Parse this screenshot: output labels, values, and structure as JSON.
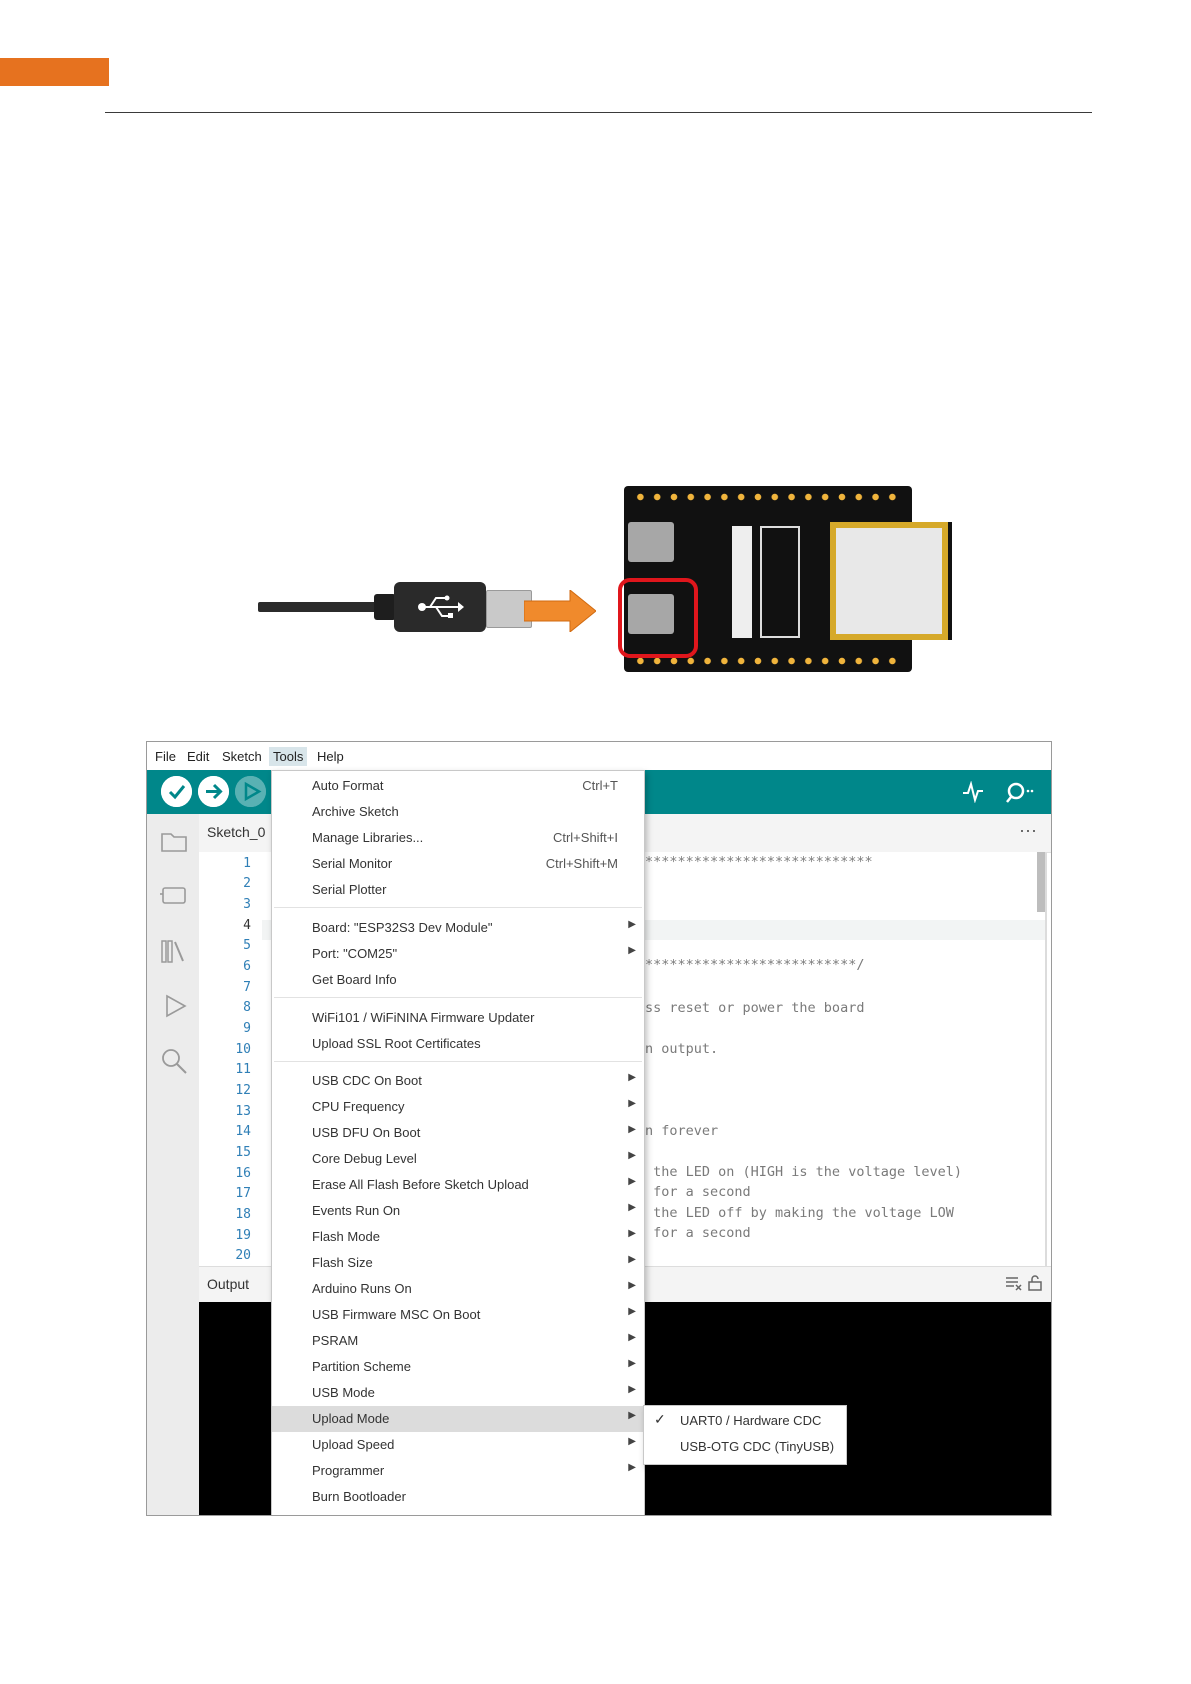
{
  "menubar": [
    "File",
    "Edit",
    "Sketch",
    "Tools",
    "Help"
  ],
  "sketch_tab": "Sketch_0",
  "output_label": "Output",
  "tab_more": "···",
  "line_numbers": [
    "1",
    "2",
    "3",
    "4",
    "5",
    "6",
    "7",
    "8",
    "9",
    "10",
    "11",
    "12",
    "13",
    "14",
    "15",
    "16",
    "17",
    "18",
    "19",
    "20"
  ],
  "code_fragments": {
    "l1": "****************************",
    "l6": "**************************/",
    "l8": "ss reset or power the board",
    "l10": "n output.",
    "l14": "n forever",
    "l16": " the LED on (HIGH is the voltage level)",
    "l17": " for a second",
    "l18": " the LED off by making the voltage LOW",
    "l19": " for a second"
  },
  "tools_menu": [
    {
      "label": "Auto Format",
      "shortcut": "Ctrl+T"
    },
    {
      "label": "Archive Sketch"
    },
    {
      "label": "Manage Libraries...",
      "shortcut": "Ctrl+Shift+I"
    },
    {
      "label": "Serial Monitor",
      "shortcut": "Ctrl+Shift+M"
    },
    {
      "label": "Serial Plotter"
    },
    {
      "label": "Board: \"ESP32S3 Dev Module\"",
      "submenu": true
    },
    {
      "label": "Port: \"COM25\"",
      "submenu": true
    },
    {
      "label": "Get Board Info"
    },
    {
      "label": "WiFi101 / WiFiNINA Firmware Updater"
    },
    {
      "label": "Upload SSL Root Certificates"
    },
    {
      "label": "USB CDC On Boot",
      "submenu": true
    },
    {
      "label": "CPU Frequency",
      "submenu": true
    },
    {
      "label": "USB DFU On Boot",
      "submenu": true
    },
    {
      "label": "Core Debug Level",
      "submenu": true
    },
    {
      "label": "Erase All Flash Before Sketch Upload",
      "submenu": true
    },
    {
      "label": "Events Run On",
      "submenu": true
    },
    {
      "label": "Flash Mode",
      "submenu": true
    },
    {
      "label": "Flash Size",
      "submenu": true
    },
    {
      "label": "Arduino Runs On",
      "submenu": true
    },
    {
      "label": "USB Firmware MSC On Boot",
      "submenu": true
    },
    {
      "label": "PSRAM",
      "submenu": true
    },
    {
      "label": "Partition Scheme",
      "submenu": true
    },
    {
      "label": "USB Mode",
      "submenu": true
    },
    {
      "label": "Upload Mode",
      "submenu": true,
      "highlighted": true
    },
    {
      "label": "Upload Speed",
      "submenu": true
    },
    {
      "label": "Programmer",
      "submenu": true
    },
    {
      "label": "Burn Bootloader"
    }
  ],
  "upload_mode_submenu": [
    {
      "label": "UART0 / Hardware CDC",
      "checked": true
    },
    {
      "label": "USB-OTG CDC (TinyUSB)",
      "checked": false
    }
  ],
  "colors": {
    "accent_tab": "#e6721f",
    "toolbar": "#00878a",
    "highlight_ring": "#e0161c",
    "arrow": "#f08a2c"
  },
  "icons": {
    "verify": "check-icon",
    "upload": "arrow-right-icon",
    "debug": "debug-icon",
    "serial_plotter": "plotter-icon",
    "serial_monitor": "monitor-icon"
  }
}
